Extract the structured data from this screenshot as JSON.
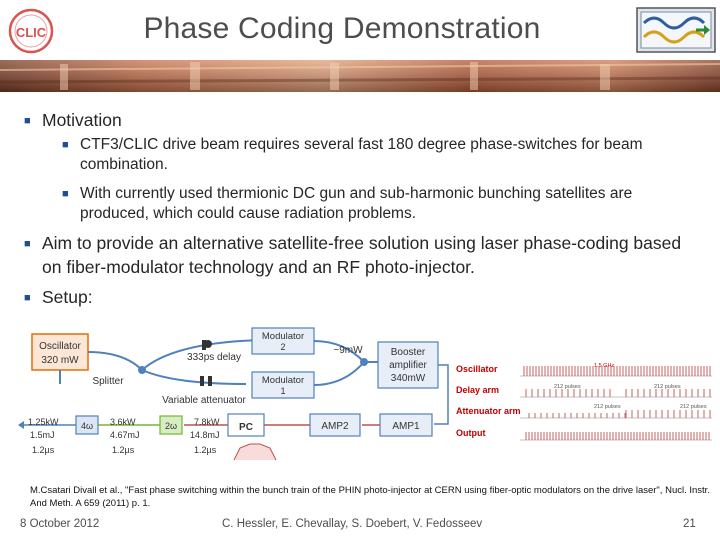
{
  "header": {
    "title": "Phase Coding Demonstration",
    "logo_text": "CLIC",
    "logo_icon": "clic-logo",
    "corner_icon": "accelerator-icon"
  },
  "bullets": {
    "motivation": "Motivation",
    "sub1": "CTF3/CLIC drive beam requires several fast 180 degree phase-switches for beam combination.",
    "sub2": "With currently used thermionic DC gun and sub-harmonic bunching satellites are produced, which could cause radiation problems.",
    "aim": "Aim to provide an alternative satellite-free solution using laser phase-coding based on fiber-modulator technology and an RF photo-injector.",
    "setup": "Setup:"
  },
  "diagram": {
    "oscillator": "Oscillator",
    "oscillator_power": "320 mW",
    "splitter": "Splitter",
    "modulator2": "Modulator",
    "modulator2_num": "2",
    "modulator1": "Modulator",
    "modulator1_num": "1",
    "delay": "333ps delay",
    "attenuator": "Variable attenuator",
    "power_9mw": "~9mW",
    "booster1": "Booster",
    "booster2": "amplifier",
    "booster3": "340mW",
    "amp1": "AMP1",
    "amp2": "AMP2",
    "pc": "PC",
    "ch1_p": "1.25kW",
    "ch1_e": "1.5mJ",
    "ch1_t": "1.2µs",
    "omega4": "4ω",
    "ch2_p": "3.6kW",
    "ch2_e": "4.67mJ",
    "ch2_t": "1.2µs",
    "omega2": "2ω",
    "ch3_p": "7.8kW",
    "ch3_e": "14.8mJ",
    "ch3_t": "1.2µs",
    "timing_oscillator": "Oscillator",
    "timing_delay": "Delay arm",
    "timing_atten": "Attenuator arm",
    "timing_output": "Output",
    "freq": "1.5 GHz",
    "pulses_a": "212 pulses",
    "pulses_b": "212 pulses",
    "pulses_c": "212 pulses",
    "pulses_d": "212 pulses"
  },
  "footnote": "M.Csatari Divall et al., \"Fast phase switching within the bunch train of the PHIN photo-injector at CERN using fiber-optic modulators on the drive laser\", Nucl. Instr. And Meth. A 659 (2011) p. 1.",
  "footer": {
    "date": "8 October 2012",
    "authors": "C. Hessler, E. Chevallay, S. Doebert, V. Fedosseev",
    "page": "21"
  },
  "colors": {
    "title": "#4d4d4d",
    "bullet": "#1f4e98",
    "banner": "#b5583a",
    "oscillator_box": "#e46c0a",
    "diagram_box": "#4f81bd",
    "green_box": "#76b531",
    "output_line": "#c0504d",
    "timing_label": "#c00000"
  }
}
